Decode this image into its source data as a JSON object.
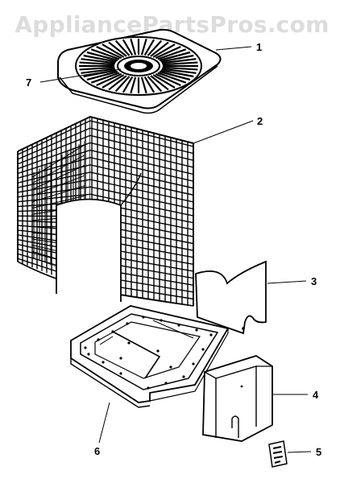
{
  "watermark": "AppliancePartsPros.com",
  "callouts": {
    "p1": "1",
    "p2": "2",
    "p3": "3",
    "p4": "4",
    "p5": "5",
    "p6": "6",
    "p7": "7"
  },
  "parts": [
    "top-cover-grille",
    "wire-coil-guard",
    "access-panel",
    "corner-post",
    "label",
    "base-pan",
    "fan-guard-center"
  ]
}
